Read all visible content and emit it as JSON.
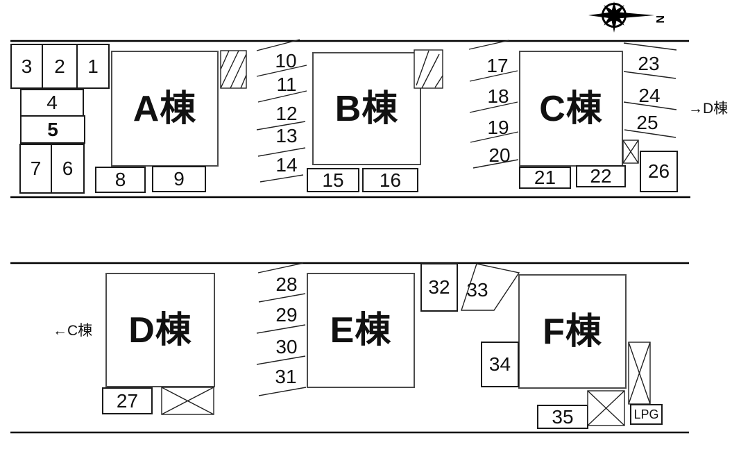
{
  "compass": {
    "icon": "compass-rose-icon",
    "north_label": "N"
  },
  "annotations": {
    "to_d_label": "→D棟",
    "to_c_label": "←C棟"
  },
  "buildings": {
    "a": "A棟",
    "b": "B棟",
    "c": "C棟",
    "d": "D棟",
    "e": "E棟",
    "f": "F棟"
  },
  "spaces": {
    "s1": "1",
    "s2": "2",
    "s3": "3",
    "s4": "4",
    "s5": "5",
    "s6": "6",
    "s7": "7",
    "s8": "8",
    "s9": "9",
    "s10": "10",
    "s11": "11",
    "s12": "12",
    "s13": "13",
    "s14": "14",
    "s15": "15",
    "s16": "16",
    "s17": "17",
    "s18": "18",
    "s19": "19",
    "s20": "20",
    "s21": "21",
    "s22": "22",
    "s23": "23",
    "s24": "24",
    "s25": "25",
    "s26": "26",
    "s27": "27",
    "s28": "28",
    "s29": "29",
    "s30": "30",
    "s31": "31",
    "s32": "32",
    "s33": "33",
    "s34": "34",
    "s35": "35"
  },
  "utilities": {
    "lpg_label": "LPG"
  },
  "colors": {
    "line": "#000000",
    "divider": "#222222",
    "building_border": "#4a4a4a",
    "background": "#ffffff"
  }
}
